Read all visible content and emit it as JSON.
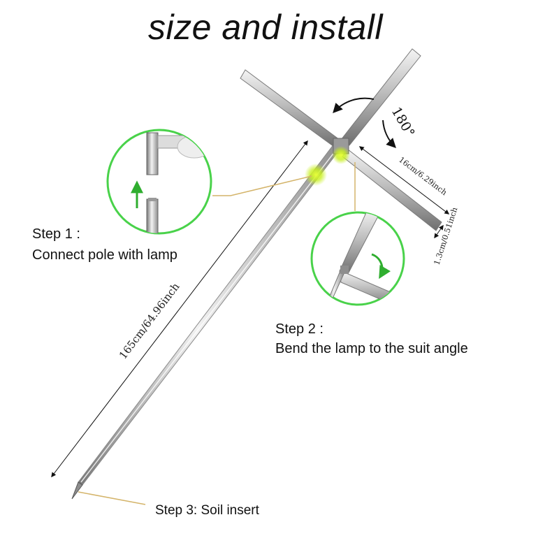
{
  "title": "size and install",
  "steps": {
    "step1": {
      "label": "Step 1 :",
      "text": "Connect pole with lamp"
    },
    "step2": {
      "label": "Step 2 :",
      "text": "Bend the lamp to  the suit angle"
    },
    "step3": {
      "label": "Step 3: Soil insert"
    }
  },
  "dimensions": {
    "pole_length": "165cm/64.96inch",
    "arm_length": "16cm/6.29inch",
    "arm_width": "1.3cm/0.51inch",
    "rotation": "180°"
  },
  "colors": {
    "callout_ring": "#49d24a",
    "leader_line": "#d4b46a",
    "glow": "#c8f01e",
    "arrow": "#2fae2f"
  }
}
